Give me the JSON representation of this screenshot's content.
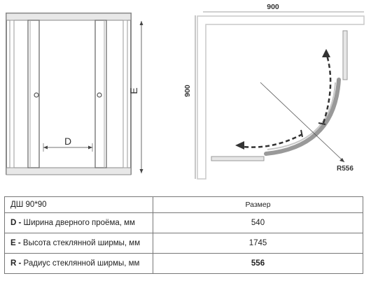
{
  "front_view": {
    "width_label": "D",
    "height_label": "E"
  },
  "plan_view": {
    "top_label": "900",
    "side_label": "900",
    "radius_label": "R556"
  },
  "spec_table": {
    "model": "ДШ 90*90",
    "value_header": "Размер",
    "rows": [
      {
        "key": "D",
        "sep": " - ",
        "desc": "Ширина дверного проёма, мм",
        "value": "540"
      },
      {
        "key": "E",
        "sep": " - ",
        "desc": "Высота стеклянной ширмы, мм",
        "value": "1745"
      },
      {
        "key": "R",
        "sep": " - ",
        "desc": "Радиус стеклянной ширмы, мм",
        "value": "556"
      }
    ]
  },
  "colors": {
    "frame": "#888888",
    "glass": "#a8a8a8",
    "wall": "#c9c9c9",
    "arrow": "#333333"
  }
}
